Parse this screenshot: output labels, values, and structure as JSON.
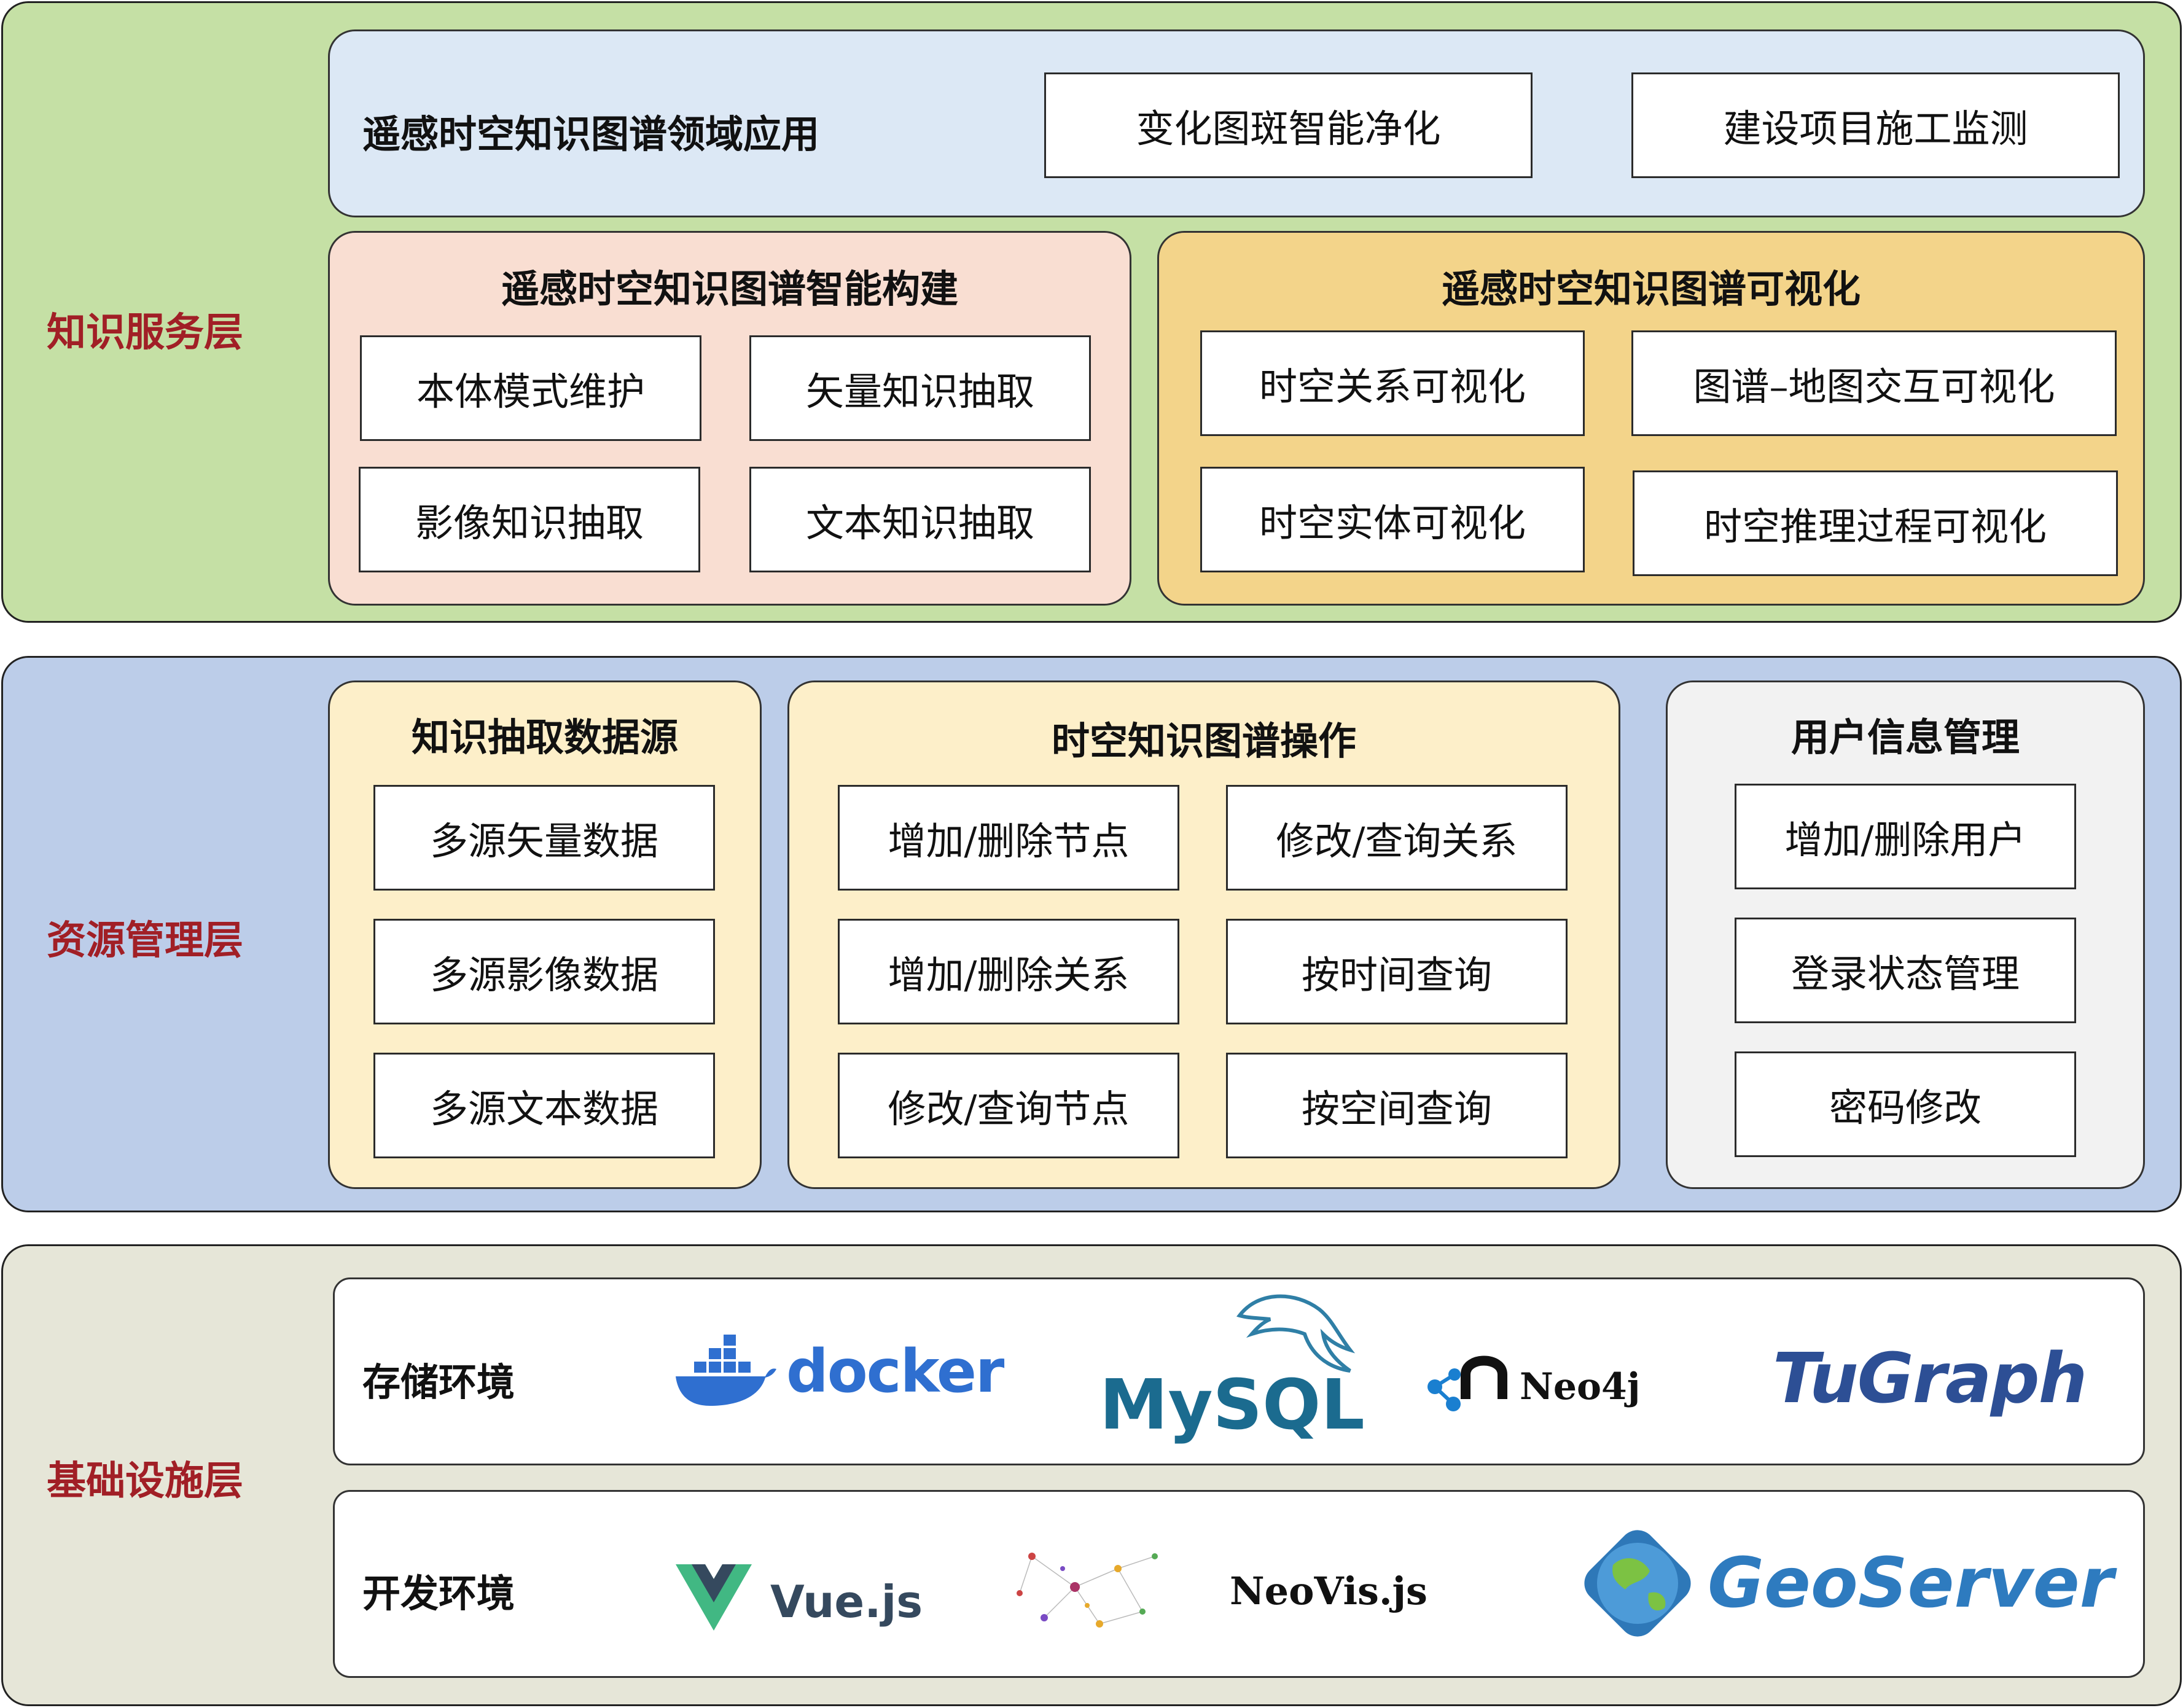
{
  "layers": {
    "service": {
      "label": "知识服务层",
      "application": {
        "title": "遥感时空知识图谱领域应用",
        "items": [
          "变化图斑智能净化",
          "建设项目施工监测"
        ]
      },
      "construction": {
        "title": "遥感时空知识图谱智能构建",
        "items": [
          "本体模式维护",
          "矢量知识抽取",
          "影像知识抽取",
          "文本知识抽取"
        ]
      },
      "visualization": {
        "title": "遥感时空知识图谱可视化",
        "items": [
          "时空关系可视化",
          "图谱–地图交互可视化",
          "时空实体可视化",
          "时空推理过程可视化"
        ]
      }
    },
    "resource": {
      "label": "资源管理层",
      "datasource": {
        "title": "知识抽取数据源",
        "items": [
          "多源矢量数据",
          "多源影像数据",
          "多源文本数据"
        ]
      },
      "operation": {
        "title": "时空知识图谱操作",
        "items": [
          "增加/删除节点",
          "修改/查询关系",
          "增加/删除关系",
          "按时间查询",
          "修改/查询节点",
          "按空间查询"
        ]
      },
      "user": {
        "title": "用户信息管理",
        "items": [
          "增加/删除用户",
          "登录状态管理",
          "密码修改"
        ]
      }
    },
    "infrastructure": {
      "label": "基础设施层",
      "storage": {
        "label": "存储环境",
        "logos": [
          "docker",
          "MySQL",
          "Neo4j",
          "TuGraph"
        ]
      },
      "development": {
        "label": "开发环境",
        "logos": [
          "Vue.js",
          "NeoVis.js",
          "GeoServer"
        ]
      }
    }
  },
  "colors": {
    "service_bg": "#c5e0a5",
    "app_bg": "#dce8f5",
    "construction_bg": "#f9ded2",
    "visualization_bg": "#f3d48a",
    "resource_bg": "#bccde9",
    "resource_panel_bg": "#fdefc9",
    "user_panel_bg": "#f2f2f2",
    "infra_bg": "#e6e6d8",
    "label_red": "#a11f26"
  }
}
